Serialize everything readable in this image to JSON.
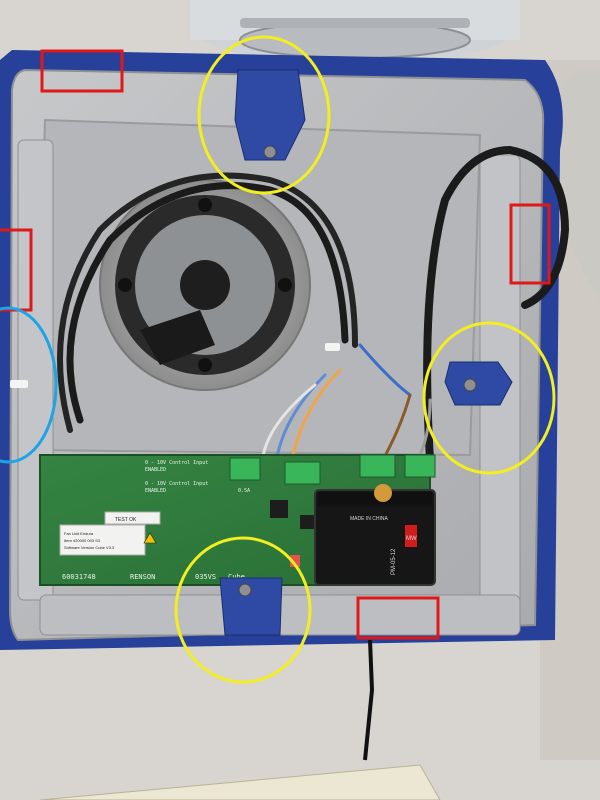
{
  "photo": {
    "subject": "Opened ventilation unit showing fan housing, wiring and control PCB with marked mounting points"
  },
  "pcb": {
    "control_input_1": "0 - 10V Control Input",
    "enabled_1": "ENABLED",
    "control_input_2": "0 - 10V Control Input",
    "enabled_2": "ENABLED",
    "fuse_label": "0.5A",
    "test_label": "TEST OK",
    "serial": "60031748",
    "brand": "RENSON",
    "model": "035VS",
    "variant": "Cube",
    "sticker_line_1": "Fan Unit Endura",
    "sticker_line_2": "Item 420000 003 S3",
    "sticker_line_3": "Software Version Cube V3.3"
  },
  "psu": {
    "model": "PM-05-12",
    "brand": "MW",
    "made_in": "MADE IN CHINA"
  },
  "annotations": {
    "red_marks": 4,
    "yellow_circles": 3,
    "blue_circles": 1,
    "colors": {
      "red": "#e01818",
      "yellow": "#f2ee22",
      "blue": "#1ea4e6"
    }
  },
  "colors": {
    "housing_blue": "#27409a",
    "frame_grey": "#b9babc",
    "pcb_green": "#2f7c3a",
    "wall": "#d9d6d2"
  }
}
